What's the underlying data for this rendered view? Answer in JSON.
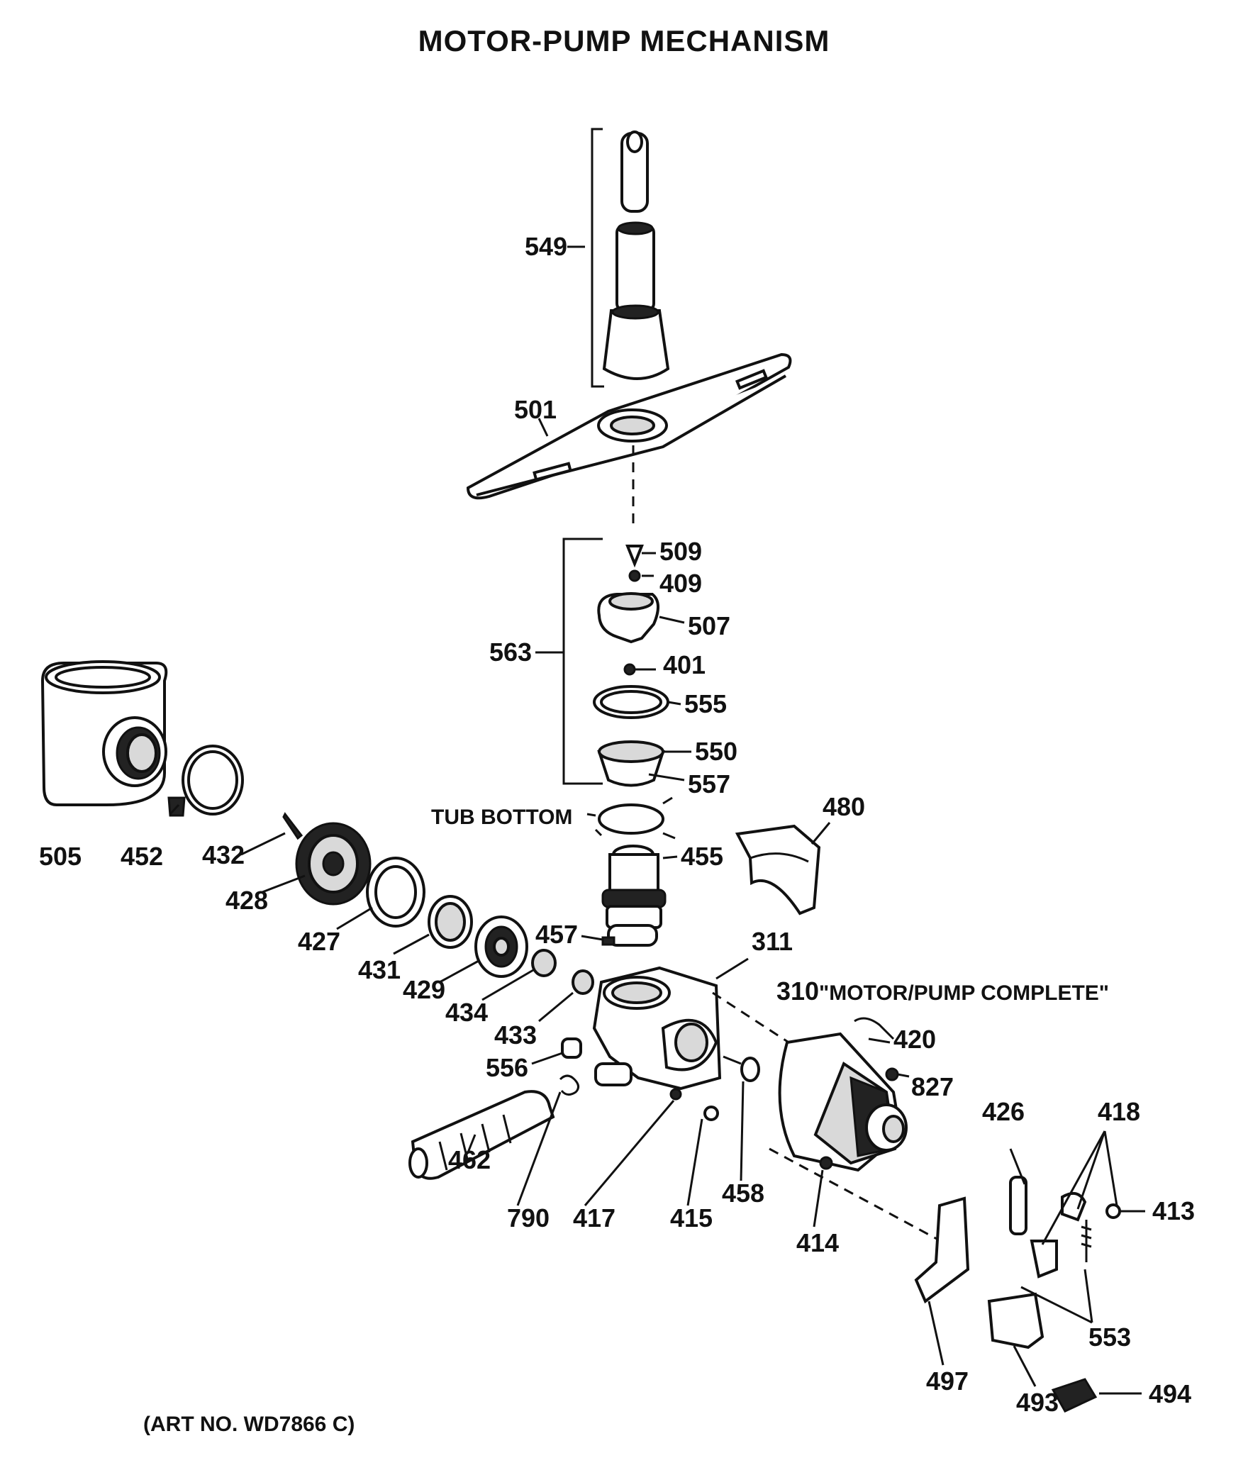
{
  "title": "MOTOR-PUMP MECHANISM",
  "art_number": "(ART NO. WD7866 C)",
  "notes": {
    "tub_bottom": "TUB BOTTOM",
    "motor_pump_complete_num": "310",
    "motor_pump_complete_text": "\"MOTOR/PUMP COMPLETE\""
  },
  "labels": {
    "p549": "549",
    "p501": "501",
    "p509": "509",
    "p409": "409",
    "p507": "507",
    "p563": "563",
    "p401": "401",
    "p555": "555",
    "p550": "550",
    "p557": "557",
    "p480": "480",
    "p455": "455",
    "p457": "457",
    "p311": "311",
    "p505": "505",
    "p452": "452",
    "p432": "432",
    "p428": "428",
    "p427": "427",
    "p431": "431",
    "p429": "429",
    "p434": "434",
    "p433": "433",
    "p556": "556",
    "p420": "420",
    "p827": "827",
    "p426": "426",
    "p418": "418",
    "p413": "413",
    "p462": "462",
    "p790": "790",
    "p417": "417",
    "p415": "415",
    "p458": "458",
    "p414": "414",
    "p553": "553",
    "p497": "497",
    "p493": "493",
    "p494": "494"
  }
}
